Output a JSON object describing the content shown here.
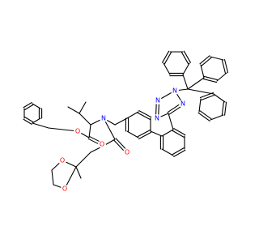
{
  "colors": {
    "bond": "#000000",
    "oxygen": "#ff0000",
    "nitrogen": "#0000ff",
    "background": "#ffffff"
  },
  "atom_labels": {
    "ester_carbonyl_o": "O",
    "ester_o": "O",
    "amide_n": "N",
    "amide_o": "O",
    "dioxolane_o1": "O",
    "dioxolane_o2": "O",
    "tetrazole_n1": "N",
    "tetrazole_n2": "N",
    "tetrazole_n3": "N",
    "tetrazole_n4": "N"
  }
}
